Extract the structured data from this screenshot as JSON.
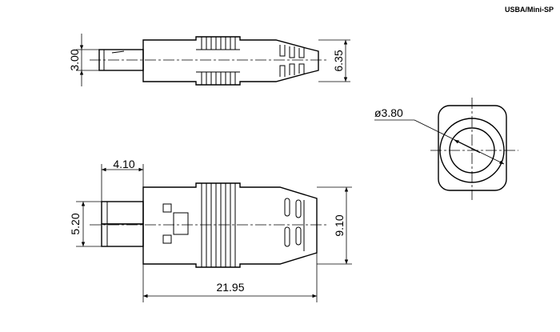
{
  "drawing": {
    "title": "USBA/Mini-SP",
    "dimensions": {
      "side_height_left": "3.00",
      "side_height_right": "6.35",
      "front_diameter": "ø3.80",
      "top_pin_length": "4.10",
      "top_pin_width": "5.20",
      "top_body_height": "9.10",
      "overall_length": "21.95"
    }
  }
}
